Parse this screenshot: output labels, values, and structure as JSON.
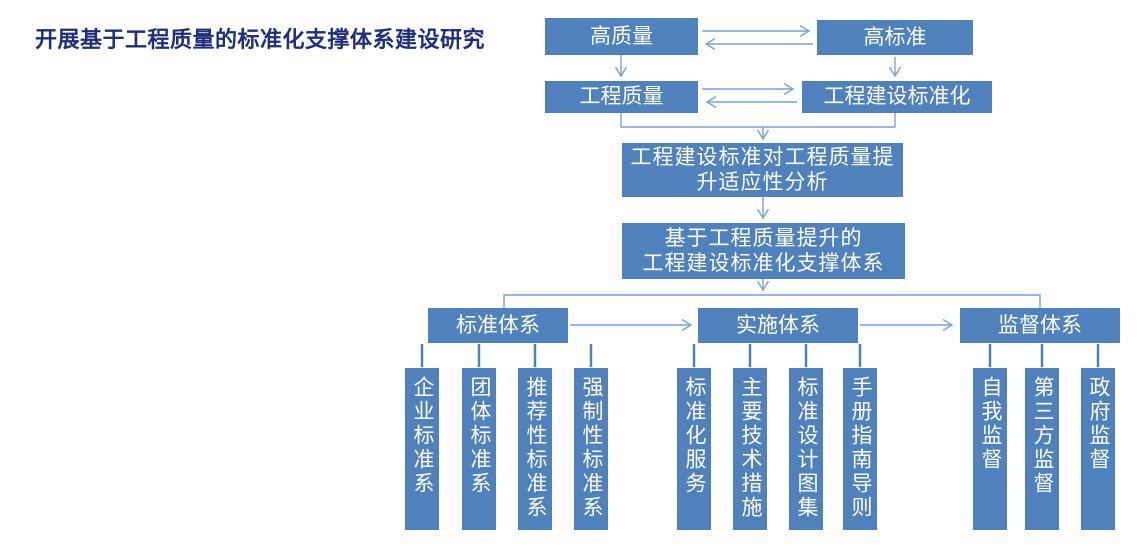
{
  "title": {
    "text": "开展基于工程质量的标准化支撑体系建设研究"
  },
  "colors": {
    "box_fill": "#4F81BD",
    "box_text": "#FFFFFF",
    "connector": "#7BA1D5",
    "title_text": "#1F2E7D"
  },
  "flow": {
    "row1": [
      {
        "label": "高质量"
      },
      {
        "label": "高标准"
      }
    ],
    "row2": [
      {
        "label": "工程质量"
      },
      {
        "label": "工程建设标准化"
      }
    ],
    "analysis": {
      "line1": "工程建设标准对工程质量提",
      "line2": "升适应性分析"
    },
    "support": {
      "line1": "基于工程质量提升的",
      "line2": "工程建设标准化支撑体系"
    },
    "branches": [
      {
        "label": "标准体系",
        "children": [
          "企业标准系",
          "团体标准系",
          "推荐性标准系",
          "强制性标准系"
        ]
      },
      {
        "label": "实施体系",
        "children": [
          "标准化服务",
          "主要技术措施",
          "标准设计图集",
          "手册指南导则"
        ]
      },
      {
        "label": "监督体系",
        "children": [
          "自我监督",
          "第三方监督",
          "政府监督"
        ]
      }
    ]
  }
}
